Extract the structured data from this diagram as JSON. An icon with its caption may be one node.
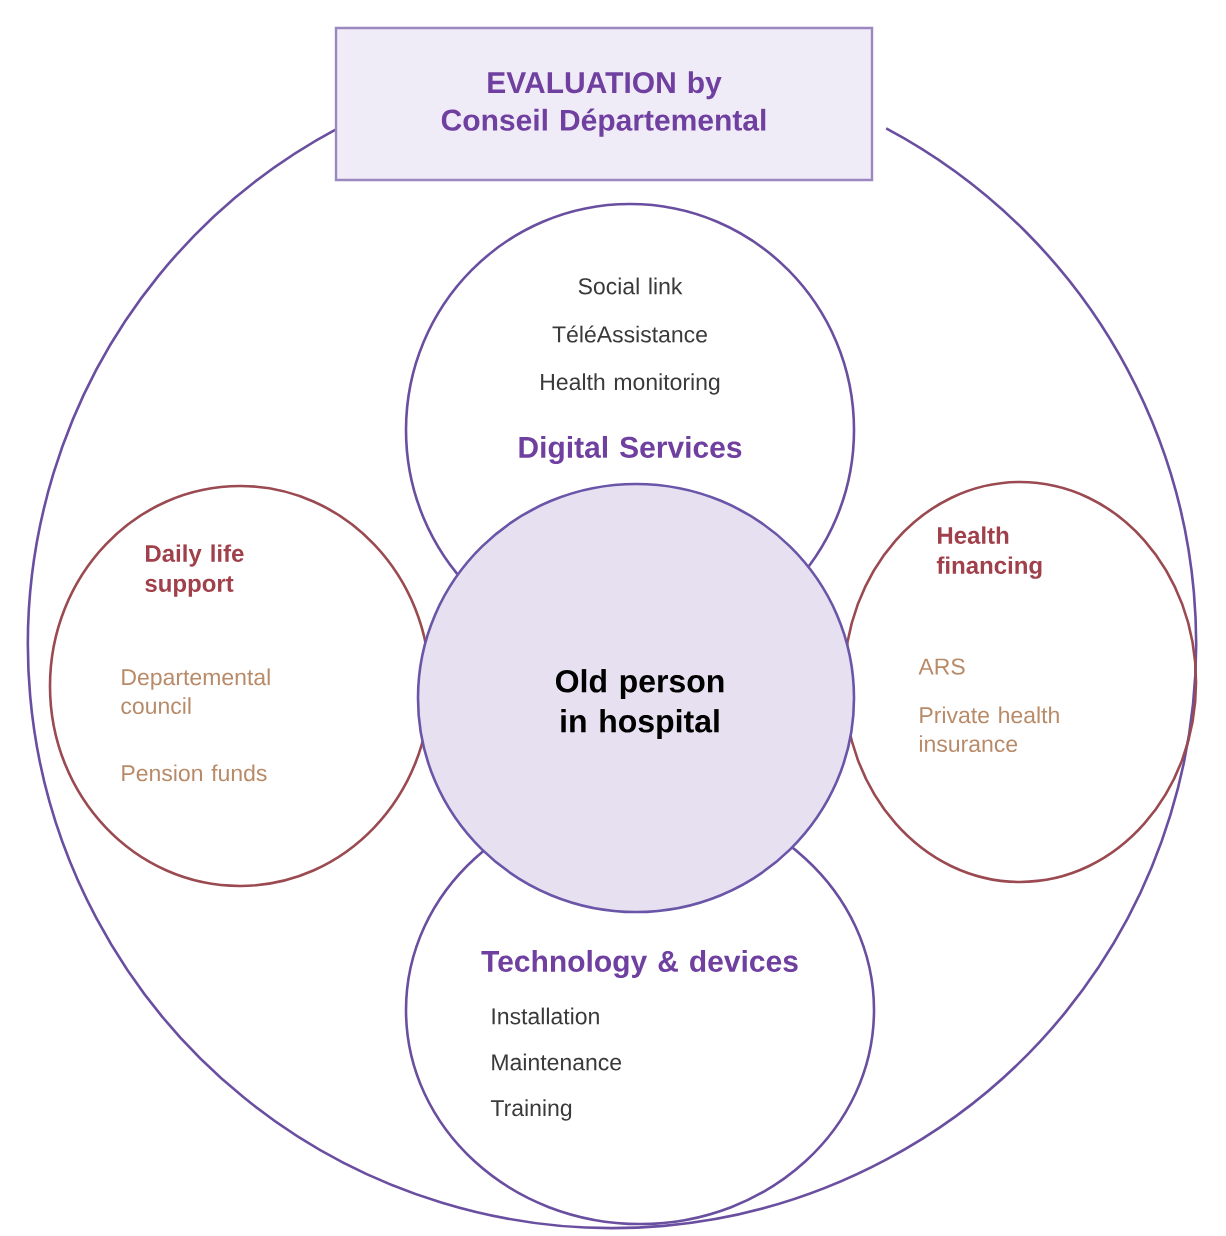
{
  "diagram": {
    "nodes": [
      {
        "text": [
          "EVALUATION by Conseil Départemental"
        ]
      },
      {
        "text": [],
        "shape": "circle"
      },
      {
        "text": [
          "Social link",
          "TéléAssistance",
          "Health monitoring",
          "Digital Services"
        ],
        "in": 1
      },
      {
        "text": [
          "Daily life support",
          "Departemental council",
          "Pension funds"
        ],
        "in": 1
      },
      {
        "text": [
          "Old person in hospital"
        ],
        "in": 1
      },
      {
        "text": [
          "Health financing",
          "ARS",
          "Private health insurance"
        ],
        "in": 1
      },
      {
        "text": [
          "Technology & devices",
          "Installation",
          "Maintenance",
          "Training"
        ],
        "in": 1
      }
    ]
  }
}
